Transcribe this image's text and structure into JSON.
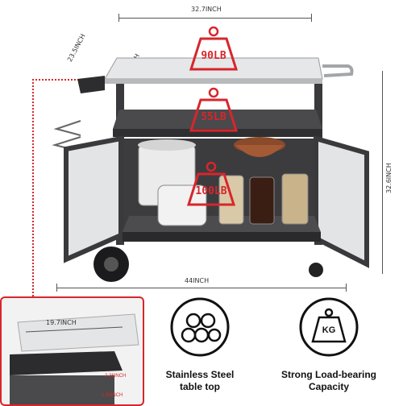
{
  "dimensions": {
    "top_width": "32.7INCH",
    "depth": "23.5INCH",
    "shelf_depth": "20INCH",
    "height": "32.6INCH",
    "overall_width": "44INCH"
  },
  "weights": {
    "top": "90LB",
    "middle": "55LB",
    "bottom": "100LB"
  },
  "inset": {
    "width_label": "19.7INCH",
    "side_label_1": "2.36INCH",
    "side_label_2": "1.89INCH"
  },
  "features": [
    {
      "line1": "Stainless Steel",
      "line2": "table top"
    },
    {
      "line1": "Strong Load-bearing",
      "line2": "Capacity"
    }
  ],
  "icons": {
    "steel": "steel-pipes-icon",
    "weight": "kg-weight-icon"
  },
  "kg_text": "KG",
  "colors": {
    "accent": "#d7262b",
    "frame": "#3a3a3c",
    "steel": "#e6e7e9"
  }
}
